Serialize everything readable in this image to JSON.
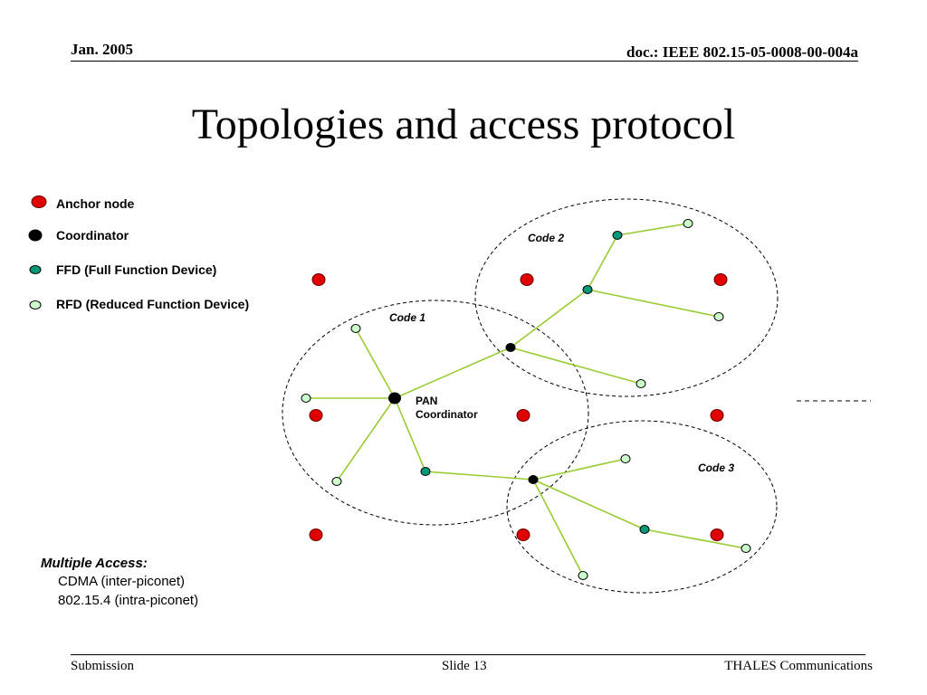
{
  "header": {
    "date": "Jan. 2005",
    "doc": "doc.: IEEE 802.15-05-0008-00-004a"
  },
  "title": "Topologies and access protocol",
  "legend": [
    {
      "label": "Anchor node",
      "kind": "anchor"
    },
    {
      "label": "Coordinator",
      "kind": "coordinator"
    },
    {
      "label": "FFD (Full Function Device)",
      "kind": "ffd"
    },
    {
      "label": "RFD (Reduced Function Device)",
      "kind": "rfd"
    }
  ],
  "diagram": {
    "piconet_labels": [
      "Code 1",
      "Code 2",
      "Code 3"
    ],
    "pan_coordinator_label": [
      "PAN",
      "Coordinator"
    ]
  },
  "access": {
    "heading": "Multiple Access",
    "colon": ":",
    "lines": [
      "CDMA (inter-piconet)",
      "802.15.4 (intra-piconet)"
    ]
  },
  "footer": {
    "left": "Submission",
    "center": "Slide 13",
    "right": "THALES Communications"
  },
  "colors": {
    "anchor": "#e00000",
    "coordinator": "#000000",
    "ffd": "#009977",
    "rfd": "#ccffcc",
    "link": "#99cc33"
  }
}
